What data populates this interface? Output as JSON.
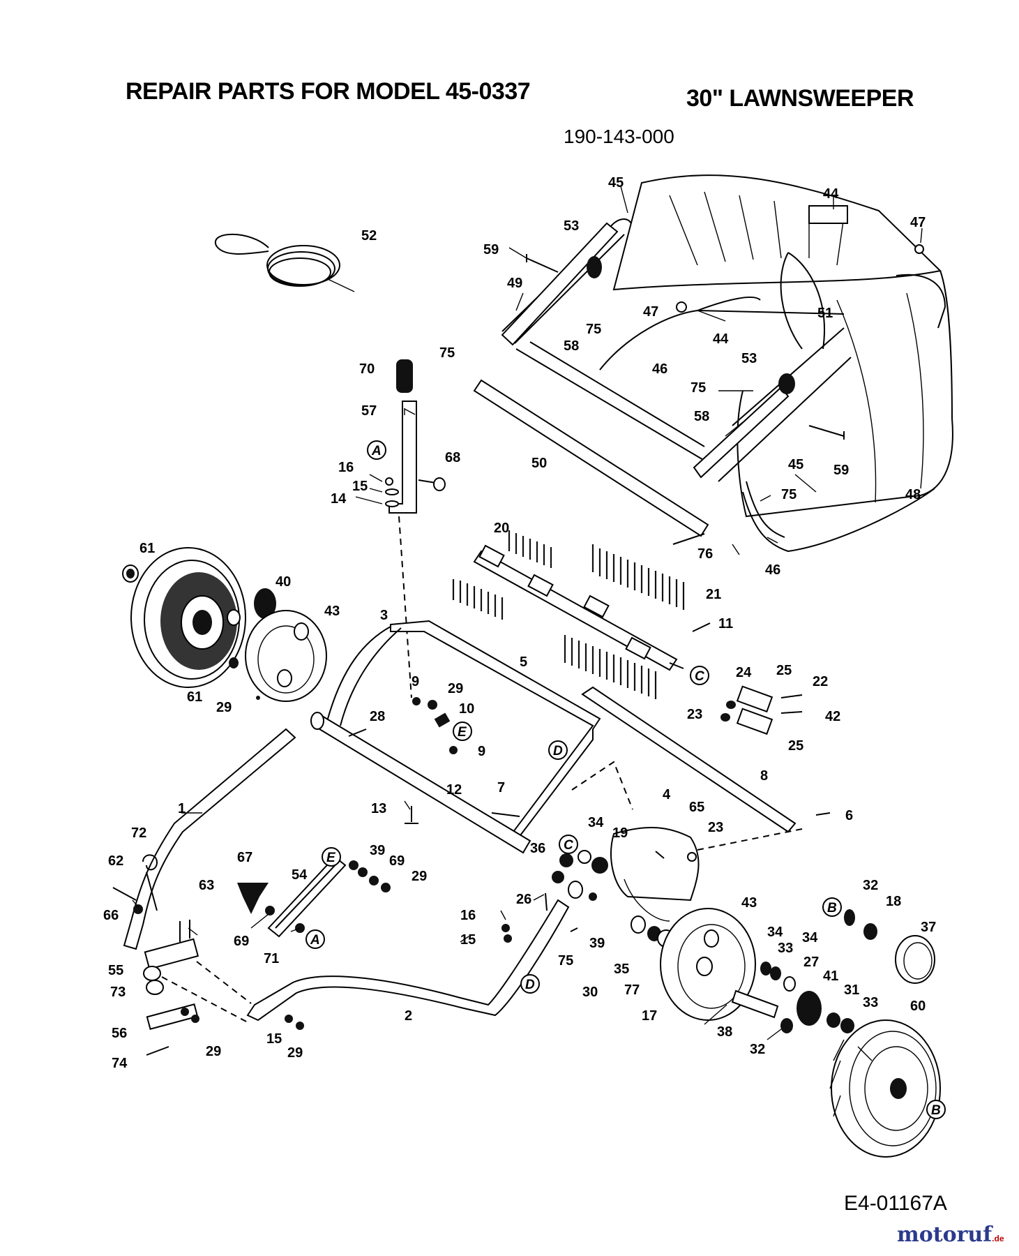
{
  "header": {
    "title": "REPAIR PARTS FOR MODEL 45-0337",
    "product": "30\" LAWNSWEEPER",
    "part_number": "190-143-000"
  },
  "footer": {
    "drawing_code": "E4-01167A",
    "watermark_name": "motoruf",
    "watermark_suffix": ".de"
  },
  "callouts": [
    {
      "id": "c45a",
      "text": "45"
    },
    {
      "id": "c44a",
      "text": "44"
    },
    {
      "id": "c52",
      "text": "52"
    },
    {
      "id": "c53a",
      "text": "53"
    },
    {
      "id": "c47a",
      "text": "47"
    },
    {
      "id": "c59a",
      "text": "59"
    },
    {
      "id": "c49",
      "text": "49"
    },
    {
      "id": "c75a",
      "text": "75"
    },
    {
      "id": "c47b",
      "text": "47"
    },
    {
      "id": "c51",
      "text": "51"
    },
    {
      "id": "c75b",
      "text": "75"
    },
    {
      "id": "c58a",
      "text": "58"
    },
    {
      "id": "c44b",
      "text": "44"
    },
    {
      "id": "c46a",
      "text": "46"
    },
    {
      "id": "c53b",
      "text": "53"
    },
    {
      "id": "c70",
      "text": "70"
    },
    {
      "id": "c75c",
      "text": "75"
    },
    {
      "id": "c57",
      "text": "57"
    },
    {
      "id": "c58b",
      "text": "58"
    },
    {
      "id": "c45b",
      "text": "45"
    },
    {
      "id": "c59b",
      "text": "59"
    },
    {
      "id": "c68",
      "text": "68"
    },
    {
      "id": "c50",
      "text": "50"
    },
    {
      "id": "c16a",
      "text": "16"
    },
    {
      "id": "c15a",
      "text": "15"
    },
    {
      "id": "c14",
      "text": "14"
    },
    {
      "id": "c75d",
      "text": "75"
    },
    {
      "id": "c48",
      "text": "48"
    },
    {
      "id": "c20",
      "text": "20"
    },
    {
      "id": "c76",
      "text": "76"
    },
    {
      "id": "c46b",
      "text": "46"
    },
    {
      "id": "c61a",
      "text": "61"
    },
    {
      "id": "c40",
      "text": "40"
    },
    {
      "id": "c43a",
      "text": "43"
    },
    {
      "id": "c3",
      "text": "3"
    },
    {
      "id": "c21",
      "text": "21"
    },
    {
      "id": "c11",
      "text": "11"
    },
    {
      "id": "c5",
      "text": "5"
    },
    {
      "id": "c24",
      "text": "24"
    },
    {
      "id": "c25a",
      "text": "25"
    },
    {
      "id": "c61b",
      "text": "61"
    },
    {
      "id": "c29a",
      "text": "29"
    },
    {
      "id": "c9a",
      "text": "9"
    },
    {
      "id": "c29b",
      "text": "29"
    },
    {
      "id": "c10",
      "text": "10"
    },
    {
      "id": "c22",
      "text": "22"
    },
    {
      "id": "c23a",
      "text": "23"
    },
    {
      "id": "c42",
      "text": "42"
    },
    {
      "id": "c28",
      "text": "28"
    },
    {
      "id": "c9b",
      "text": "9"
    },
    {
      "id": "c25b",
      "text": "25"
    },
    {
      "id": "c8",
      "text": "8"
    },
    {
      "id": "c12",
      "text": "12"
    },
    {
      "id": "c7",
      "text": "7"
    },
    {
      "id": "c4",
      "text": "4"
    },
    {
      "id": "c65",
      "text": "65"
    },
    {
      "id": "c6",
      "text": "6"
    },
    {
      "id": "c1",
      "text": "1"
    },
    {
      "id": "c13",
      "text": "13"
    },
    {
      "id": "c23b",
      "text": "23"
    },
    {
      "id": "c72",
      "text": "72"
    },
    {
      "id": "c34a",
      "text": "34"
    },
    {
      "id": "c19",
      "text": "19"
    },
    {
      "id": "c67",
      "text": "67"
    },
    {
      "id": "c36",
      "text": "36"
    },
    {
      "id": "c39a",
      "text": "39"
    },
    {
      "id": "c69a",
      "text": "69"
    },
    {
      "id": "c62",
      "text": "62"
    },
    {
      "id": "c54",
      "text": "54"
    },
    {
      "id": "c29c",
      "text": "29"
    },
    {
      "id": "c32a",
      "text": "32"
    },
    {
      "id": "c63",
      "text": "63"
    },
    {
      "id": "c26",
      "text": "26"
    },
    {
      "id": "c43b",
      "text": "43"
    },
    {
      "id": "c18",
      "text": "18"
    },
    {
      "id": "c66",
      "text": "66"
    },
    {
      "id": "c16b",
      "text": "16"
    },
    {
      "id": "c37",
      "text": "37"
    },
    {
      "id": "c34b",
      "text": "34"
    },
    {
      "id": "c34c",
      "text": "34"
    },
    {
      "id": "c69b",
      "text": "69"
    },
    {
      "id": "c39b",
      "text": "39"
    },
    {
      "id": "c33a",
      "text": "33"
    },
    {
      "id": "c15b",
      "text": "15"
    },
    {
      "id": "c75e",
      "text": "75"
    },
    {
      "id": "c27",
      "text": "27"
    },
    {
      "id": "c71",
      "text": "71"
    },
    {
      "id": "c55",
      "text": "55"
    },
    {
      "id": "c41",
      "text": "41"
    },
    {
      "id": "c35",
      "text": "35"
    },
    {
      "id": "c73",
      "text": "73"
    },
    {
      "id": "c30",
      "text": "30"
    },
    {
      "id": "c77",
      "text": "77"
    },
    {
      "id": "c31",
      "text": "31"
    },
    {
      "id": "c33b",
      "text": "33"
    },
    {
      "id": "c60",
      "text": "60"
    },
    {
      "id": "c2",
      "text": "2"
    },
    {
      "id": "c17",
      "text": "17"
    },
    {
      "id": "c38",
      "text": "38"
    },
    {
      "id": "c56",
      "text": "56"
    },
    {
      "id": "c29d",
      "text": "29"
    },
    {
      "id": "c15c",
      "text": "15"
    },
    {
      "id": "c32b",
      "text": "32"
    },
    {
      "id": "c29e",
      "text": "29"
    },
    {
      "id": "c74",
      "text": "74"
    }
  ],
  "ref_markers": [
    {
      "id": "rA1",
      "text": "A"
    },
    {
      "id": "rA2",
      "text": "A"
    },
    {
      "id": "rB1",
      "text": "B"
    },
    {
      "id": "rB2",
      "text": "B"
    },
    {
      "id": "rC1",
      "text": "C"
    },
    {
      "id": "rC2",
      "text": "C"
    },
    {
      "id": "rD1",
      "text": "D"
    },
    {
      "id": "rD2",
      "text": "D"
    },
    {
      "id": "rE1",
      "text": "E"
    },
    {
      "id": "rE2",
      "text": "E"
    }
  ]
}
